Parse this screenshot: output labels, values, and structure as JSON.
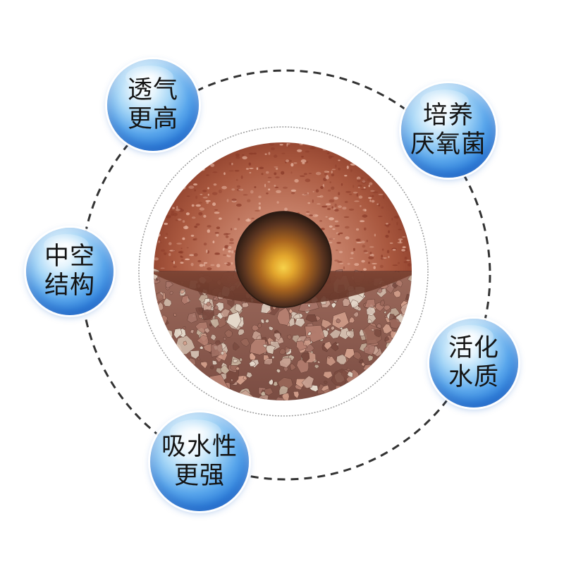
{
  "badges": [
    {
      "line1": "透气",
      "line2": "更高"
    },
    {
      "line1": "培养",
      "line2": "厌氧菌"
    },
    {
      "line1": "中空",
      "line2": "结构"
    },
    {
      "line1": "活化",
      "line2": "水质"
    },
    {
      "line1": "吸水性",
      "line2": "更强"
    }
  ],
  "colors": {
    "badge_blue": "#2b7fdc",
    "badge_text": "#141414",
    "orbit_dashes": "#333333",
    "ceramic_red": "#a5563f",
    "gravel_base": "#8d5e52",
    "core_glow": "#e0a42c"
  }
}
